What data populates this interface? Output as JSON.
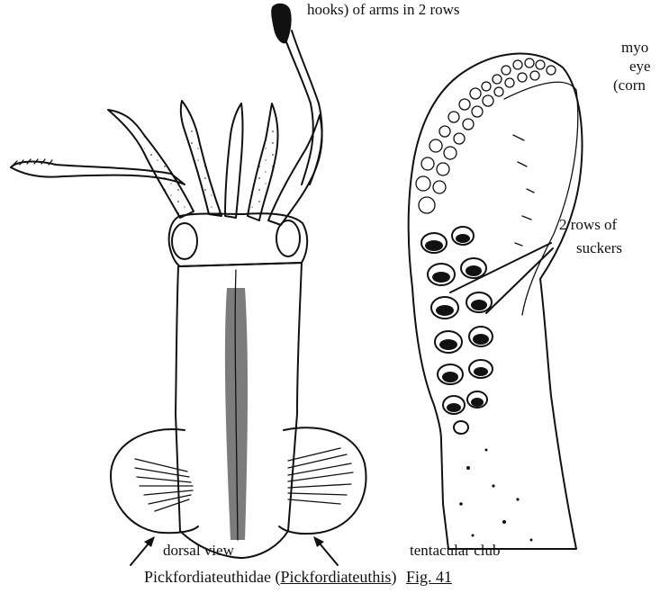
{
  "labels": {
    "top_note": "hooks) of arms in 2 rows",
    "right_note_1": "myo",
    "right_note_2": "eye",
    "right_note_3": "(corn",
    "suckers_1": "2 rows of",
    "suckers_2": "suckers",
    "dorsal_view": "dorsal view",
    "tentacular_club": "tentacular club"
  },
  "caption": {
    "family": "Pickfordiateuthidae",
    "open_paren": "(",
    "genus": "Pickfordiateuthis",
    "close_paren": ")",
    "figure": "Fig. 41"
  },
  "colors": {
    "ink": "#111111",
    "paper": "#ffffff"
  }
}
